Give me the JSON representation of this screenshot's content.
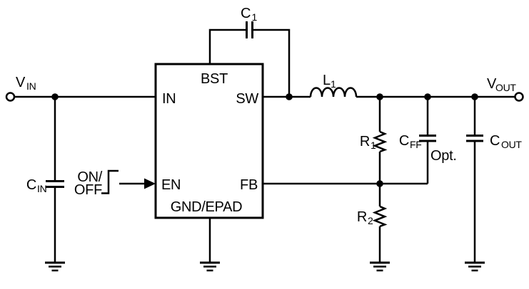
{
  "schematic": {
    "background_color": "#ffffff",
    "ink_color": "#000000",
    "input_terminal": {
      "main": "V",
      "sub": "IN"
    },
    "output_terminal": {
      "main": "V",
      "sub": "OUT"
    },
    "ic": {
      "pins": {
        "bst": "BST",
        "in": "IN",
        "sw": "SW",
        "en": "EN",
        "fb": "FB",
        "gnd": "GND/EPAD"
      }
    },
    "components": {
      "cin": {
        "main": "C",
        "sub": "IN"
      },
      "c1": {
        "main": "C",
        "sub": "1"
      },
      "l1": {
        "main": "L",
        "sub": "1"
      },
      "r1": {
        "main": "R",
        "sub": "1"
      },
      "r2": {
        "main": "R",
        "sub": "2"
      },
      "cff": {
        "main": "C",
        "sub": "FF",
        "note": "Opt."
      },
      "cout": {
        "main": "C",
        "sub": "OUT"
      }
    },
    "enable_signal": {
      "line1": "ON/",
      "line2": "OFF"
    }
  }
}
